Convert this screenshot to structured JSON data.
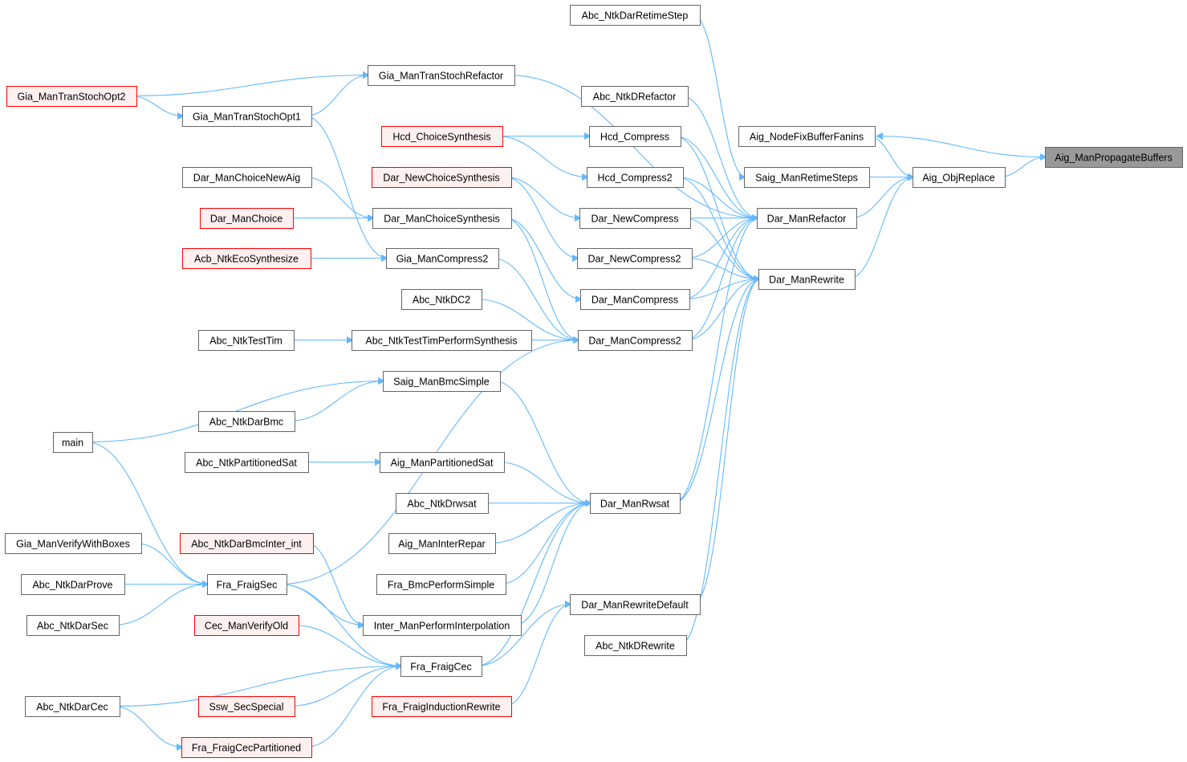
{
  "graph": {
    "type": "caller-graph",
    "colors": {
      "edge": "#63b8ff",
      "root_fill": "#999999",
      "incomplete_border": "#ff0000",
      "incomplete_fill": "#fff0f0"
    },
    "nodes": [
      {
        "id": "Aig_ManPropagateBuffers",
        "label": "Aig_ManPropagateBuffers",
        "style": "root"
      },
      {
        "id": "Aig_NodeFixBufferFanins",
        "label": "Aig_NodeFixBufferFanins",
        "style": "normal"
      },
      {
        "id": "Aig_ObjReplace",
        "label": "Aig_ObjReplace",
        "style": "normal"
      },
      {
        "id": "Saig_ManRetimeSteps",
        "label": "Saig_ManRetimeSteps",
        "style": "normal"
      },
      {
        "id": "Abc_NtkDarRetimeStep",
        "label": "Abc_NtkDarRetimeStep",
        "style": "normal"
      },
      {
        "id": "Dar_ManRefactor",
        "label": "Dar_ManRefactor",
        "style": "normal"
      },
      {
        "id": "Dar_ManRewrite",
        "label": "Dar_ManRewrite",
        "style": "normal"
      },
      {
        "id": "Gia_ManTranStochRefactor",
        "label": "Gia_ManTranStochRefactor",
        "style": "normal"
      },
      {
        "id": "Gia_ManTranStochOpt2",
        "label": "Gia_ManTranStochOpt2",
        "style": "red"
      },
      {
        "id": "Gia_ManTranStochOpt1",
        "label": "Gia_ManTranStochOpt1",
        "style": "normal"
      },
      {
        "id": "Abc_NtkDRefactor",
        "label": "Abc_NtkDRefactor",
        "style": "normal"
      },
      {
        "id": "Hcd_ChoiceSynthesis",
        "label": "Hcd_ChoiceSynthesis",
        "style": "red"
      },
      {
        "id": "Hcd_Compress",
        "label": "Hcd_Compress",
        "style": "normal"
      },
      {
        "id": "Hcd_Compress2",
        "label": "Hcd_Compress2",
        "style": "normal"
      },
      {
        "id": "Dar_ManChoiceNewAig",
        "label": "Dar_ManChoiceNewAig",
        "style": "normal"
      },
      {
        "id": "Dar_NewChoiceSynthesis",
        "label": "Dar_NewChoiceSynthesis",
        "style": "red"
      },
      {
        "id": "Dar_ManChoice",
        "label": "Dar_ManChoice",
        "style": "red"
      },
      {
        "id": "Dar_ManChoiceSynthesis",
        "label": "Dar_ManChoiceSynthesis",
        "style": "normal"
      },
      {
        "id": "Dar_NewCompress",
        "label": "Dar_NewCompress",
        "style": "normal"
      },
      {
        "id": "Acb_NtkEcoSynthesize",
        "label": "Acb_NtkEcoSynthesize",
        "style": "red"
      },
      {
        "id": "Gia_ManCompress2",
        "label": "Gia_ManCompress2",
        "style": "normal"
      },
      {
        "id": "Dar_NewCompress2",
        "label": "Dar_NewCompress2",
        "style": "normal"
      },
      {
        "id": "Abc_NtkDC2",
        "label": "Abc_NtkDC2",
        "style": "normal"
      },
      {
        "id": "Dar_ManCompress",
        "label": "Dar_ManCompress",
        "style": "normal"
      },
      {
        "id": "Abc_NtkTestTim",
        "label": "Abc_NtkTestTim",
        "style": "normal"
      },
      {
        "id": "Abc_NtkTestTimPerformSynthesis",
        "label": "Abc_NtkTestTimPerformSynthesis",
        "style": "normal"
      },
      {
        "id": "Dar_ManCompress2",
        "label": "Dar_ManCompress2",
        "style": "normal"
      },
      {
        "id": "Saig_ManBmcSimple",
        "label": "Saig_ManBmcSimple",
        "style": "normal"
      },
      {
        "id": "Abc_NtkDarBmc",
        "label": "Abc_NtkDarBmc",
        "style": "normal"
      },
      {
        "id": "main",
        "label": "main",
        "style": "normal"
      },
      {
        "id": "Abc_NtkPartitionedSat",
        "label": "Abc_NtkPartitionedSat",
        "style": "normal"
      },
      {
        "id": "Aig_ManPartitionedSat",
        "label": "Aig_ManPartitionedSat",
        "style": "normal"
      },
      {
        "id": "Abc_NtkDrwsat",
        "label": "Abc_NtkDrwsat",
        "style": "normal"
      },
      {
        "id": "Dar_ManRwsat",
        "label": "Dar_ManRwsat",
        "style": "normal"
      },
      {
        "id": "Gia_ManVerifyWithBoxes",
        "label": "Gia_ManVerifyWithBoxes",
        "style": "normal"
      },
      {
        "id": "Abc_NtkDarBmcInter_int",
        "label": "Abc_NtkDarBmcInter_int",
        "style": "red"
      },
      {
        "id": "Aig_ManInterRepar",
        "label": "Aig_ManInterRepar",
        "style": "normal"
      },
      {
        "id": "Fra_BmcPerformSimple",
        "label": "Fra_BmcPerformSimple",
        "style": "normal"
      },
      {
        "id": "Abc_NtkDarProve",
        "label": "Abc_NtkDarProve",
        "style": "normal"
      },
      {
        "id": "Fra_FraigSec",
        "label": "Fra_FraigSec",
        "style": "normal"
      },
      {
        "id": "Dar_ManRewriteDefault",
        "label": "Dar_ManRewriteDefault",
        "style": "normal"
      },
      {
        "id": "Abc_NtkDarSec",
        "label": "Abc_NtkDarSec",
        "style": "normal"
      },
      {
        "id": "Cec_ManVerifyOld",
        "label": "Cec_ManVerifyOld",
        "style": "red"
      },
      {
        "id": "Inter_ManPerformInterpolation",
        "label": "Inter_ManPerformInterpolation",
        "style": "normal"
      },
      {
        "id": "Abc_NtkDRewrite",
        "label": "Abc_NtkDRewrite",
        "style": "normal"
      },
      {
        "id": "Fra_FraigCec",
        "label": "Fra_FraigCec",
        "style": "normal"
      },
      {
        "id": "Abc_NtkDarCec",
        "label": "Abc_NtkDarCec",
        "style": "normal"
      },
      {
        "id": "Ssw_SecSpecial",
        "label": "Ssw_SecSpecial",
        "style": "red"
      },
      {
        "id": "Fra_FraigInductionRewrite",
        "label": "Fra_FraigInductionRewrite",
        "style": "red"
      },
      {
        "id": "Fra_FraigCecPartitioned",
        "label": "Fra_FraigCecPartitioned",
        "style": "red"
      }
    ],
    "edges": [
      [
        "Aig_ObjReplace",
        "Aig_ManPropagateBuffers"
      ],
      [
        "Aig_ManPropagateBuffers",
        "Aig_NodeFixBufferFanins"
      ],
      [
        "Aig_NodeFixBufferFanins",
        "Aig_ObjReplace"
      ],
      [
        "Saig_ManRetimeSteps",
        "Aig_ObjReplace"
      ],
      [
        "Dar_ManRefactor",
        "Aig_ObjReplace"
      ],
      [
        "Dar_ManRewrite",
        "Aig_ObjReplace"
      ],
      [
        "Abc_NtkDarRetimeStep",
        "Saig_ManRetimeSteps"
      ],
      [
        "Gia_ManTranStochRefactor",
        "Dar_ManRefactor"
      ],
      [
        "Abc_NtkDRefactor",
        "Dar_ManRefactor"
      ],
      [
        "Hcd_Compress",
        "Dar_ManRefactor"
      ],
      [
        "Hcd_Compress",
        "Dar_ManRewrite"
      ],
      [
        "Hcd_Compress2",
        "Dar_ManRefactor"
      ],
      [
        "Hcd_Compress2",
        "Dar_ManRewrite"
      ],
      [
        "Dar_NewCompress",
        "Dar_ManRefactor"
      ],
      [
        "Dar_NewCompress",
        "Dar_ManRewrite"
      ],
      [
        "Dar_NewCompress2",
        "Dar_ManRefactor"
      ],
      [
        "Dar_NewCompress2",
        "Dar_ManRewrite"
      ],
      [
        "Dar_ManCompress",
        "Dar_ManRefactor"
      ],
      [
        "Dar_ManCompress",
        "Dar_ManRewrite"
      ],
      [
        "Dar_ManCompress2",
        "Dar_ManRefactor"
      ],
      [
        "Dar_ManCompress2",
        "Dar_ManRewrite"
      ],
      [
        "Dar_ManRwsat",
        "Dar_ManRefactor"
      ],
      [
        "Dar_ManRwsat",
        "Dar_ManRewrite"
      ],
      [
        "Dar_ManRewriteDefault",
        "Dar_ManRewrite"
      ],
      [
        "Abc_NtkDRewrite",
        "Dar_ManRewrite"
      ],
      [
        "Gia_ManTranStochOpt2",
        "Gia_ManTranStochRefactor"
      ],
      [
        "Gia_ManTranStochOpt2",
        "Gia_ManTranStochOpt1"
      ],
      [
        "Gia_ManTranStochOpt1",
        "Gia_ManTranStochRefactor"
      ],
      [
        "Gia_ManTranStochOpt1",
        "Gia_ManCompress2"
      ],
      [
        "Hcd_ChoiceSynthesis",
        "Hcd_Compress"
      ],
      [
        "Hcd_ChoiceSynthesis",
        "Hcd_Compress2"
      ],
      [
        "Dar_ManChoiceNewAig",
        "Dar_ManChoiceSynthesis"
      ],
      [
        "Dar_NewChoiceSynthesis",
        "Dar_NewCompress"
      ],
      [
        "Dar_NewChoiceSynthesis",
        "Dar_NewCompress2"
      ],
      [
        "Dar_ManChoice",
        "Dar_ManChoiceSynthesis"
      ],
      [
        "Dar_ManChoiceSynthesis",
        "Dar_ManCompress"
      ],
      [
        "Dar_ManChoiceSynthesis",
        "Dar_ManCompress2"
      ],
      [
        "Acb_NtkEcoSynthesize",
        "Gia_ManCompress2"
      ],
      [
        "Gia_ManCompress2",
        "Dar_ManCompress2"
      ],
      [
        "Abc_NtkDC2",
        "Dar_ManCompress2"
      ],
      [
        "Abc_NtkTestTim",
        "Abc_NtkTestTimPerformSynthesis"
      ],
      [
        "Abc_NtkTestTimPerformSynthesis",
        "Dar_ManCompress2"
      ],
      [
        "main",
        "Saig_ManBmcSimple"
      ],
      [
        "Abc_NtkDarBmc",
        "Saig_ManBmcSimple"
      ],
      [
        "Saig_ManBmcSimple",
        "Dar_ManRwsat"
      ],
      [
        "Abc_NtkPartitionedSat",
        "Aig_ManPartitionedSat"
      ],
      [
        "Aig_ManPartitionedSat",
        "Dar_ManRwsat"
      ],
      [
        "Abc_NtkDrwsat",
        "Dar_ManRwsat"
      ],
      [
        "Aig_ManInterRepar",
        "Dar_ManRwsat"
      ],
      [
        "Fra_BmcPerformSimple",
        "Dar_ManRwsat"
      ],
      [
        "Inter_ManPerformInterpolation",
        "Dar_ManRwsat"
      ],
      [
        "Fra_FraigCec",
        "Dar_ManRwsat"
      ],
      [
        "Fra_FraigCec",
        "Dar_ManRewriteDefault"
      ],
      [
        "Fra_FraigInductionRewrite",
        "Dar_ManRewriteDefault"
      ],
      [
        "main",
        "Fra_FraigSec"
      ],
      [
        "Gia_ManVerifyWithBoxes",
        "Fra_FraigSec"
      ],
      [
        "Abc_NtkDarProve",
        "Fra_FraigSec"
      ],
      [
        "Abc_NtkDarSec",
        "Fra_FraigSec"
      ],
      [
        "Fra_FraigSec",
        "Dar_ManCompress2"
      ],
      [
        "Fra_FraigSec",
        "Inter_ManPerformInterpolation"
      ],
      [
        "Fra_FraigSec",
        "Fra_FraigCec"
      ],
      [
        "Abc_NtkDarBmcInter_int",
        "Inter_ManPerformInterpolation"
      ],
      [
        "Cec_ManVerifyOld",
        "Fra_FraigCec"
      ],
      [
        "Abc_NtkDarCec",
        "Fra_FraigCec"
      ],
      [
        "Abc_NtkDarCec",
        "Fra_FraigCecPartitioned"
      ],
      [
        "Ssw_SecSpecial",
        "Fra_FraigCec"
      ],
      [
        "Fra_FraigCecPartitioned",
        "Fra_FraigCec"
      ]
    ]
  }
}
